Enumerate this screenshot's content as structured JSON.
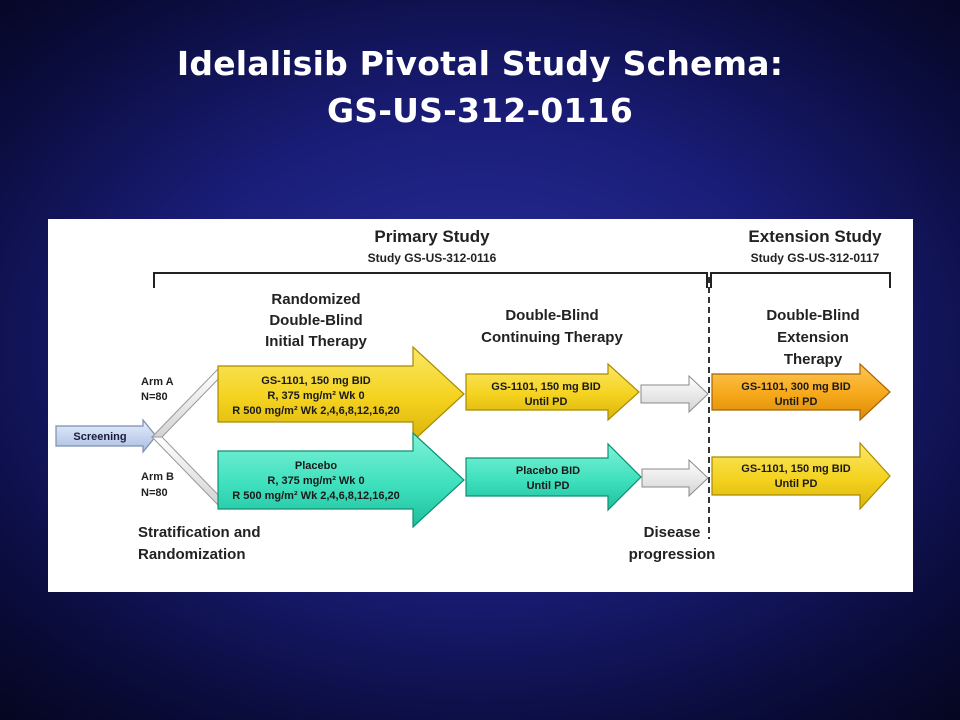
{
  "title": {
    "line1": "Idelalisib Pivotal Study Schema:",
    "line2": "GS-US-312-0116"
  },
  "primary": {
    "heading": "Primary Study",
    "study_id": "Study GS-US-312-0116"
  },
  "extension": {
    "heading": "Extension Study",
    "study_id": "Study GS-US-312-0117"
  },
  "phases": {
    "initial": [
      "Randomized",
      "Double-Blind",
      "Initial Therapy"
    ],
    "continuing": [
      "Double-Blind",
      "Continuing Therapy"
    ],
    "extension": [
      "Double-Blind",
      "Extension",
      "Therapy"
    ]
  },
  "arms": {
    "a": {
      "label": "Arm A",
      "n": "N=80"
    },
    "b": {
      "label": "Arm B",
      "n": "N=80"
    }
  },
  "screening": "Screening",
  "stratification": [
    "Stratification and",
    "Randomization"
  ],
  "disease": [
    "Disease",
    "progression"
  ],
  "boxes": {
    "a_initial": [
      "GS-1101, 150 mg BID",
      "R, 375 mg/m² Wk 0",
      "R 500 mg/m² Wk 2,4,6,8,12,16,20"
    ],
    "b_initial": [
      "Placebo",
      "R, 375 mg/m² Wk 0",
      "R 500 mg/m² Wk 2,4,6,8,12,16,20"
    ],
    "a_continuing": [
      "GS-1101, 150 mg BID",
      "Until PD"
    ],
    "b_continuing": [
      "Placebo BID",
      "Until PD"
    ],
    "a_extension": [
      "GS-1101, 300 mg BID",
      "Until PD"
    ],
    "b_extension": [
      "GS-1101, 150 mg BID",
      "Until PD"
    ]
  },
  "colors": {
    "yellow": "#f4d21e",
    "teal": "#3ee0bd",
    "orange": "#f6a81a",
    "screening": "#c5d4ee"
  }
}
